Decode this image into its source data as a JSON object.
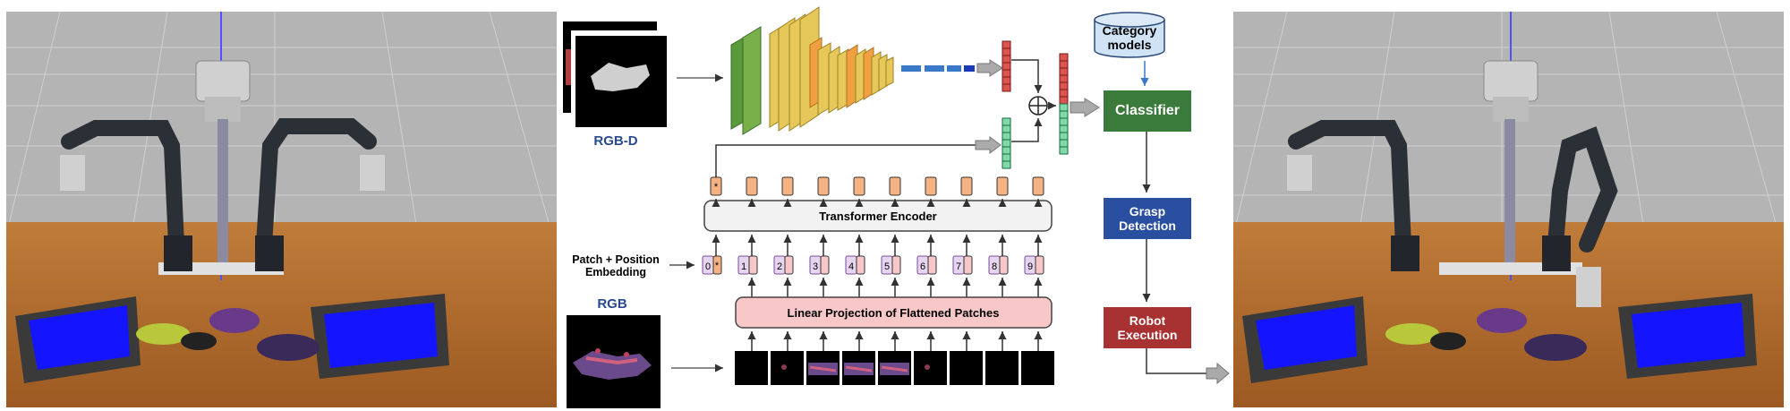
{
  "diagram": {
    "rgbd_label": "RGB-D",
    "rgb_label": "RGB",
    "category_models": "Category\nmodels",
    "classifier": "Classifier",
    "grasp_detection": "Grasp\nDetection",
    "robot_execution": "Robot\nExecution",
    "transformer_encoder": "Transformer Encoder",
    "linear_projection": "Linear Projection of Flattened Patches",
    "patch_position_embedding": "Patch + Position\nEmbedding",
    "position_indices": [
      "0",
      "1",
      "2",
      "3",
      "4",
      "5",
      "6",
      "7",
      "8",
      "9"
    ],
    "cls_marker": "*",
    "colors": {
      "classifier": "#3a7a3a",
      "grasp_detection": "#2a4fa0",
      "robot_execution": "#a83232",
      "category_models": "#cfe3f5",
      "transformer_encoder": "#f2f2f2",
      "linear_projection": "#f8c8c8",
      "token_orange": "#f4b183",
      "position_purple": "#e6d5ee",
      "table_wood": "#b06a2a",
      "tray_blue": "#1a1aff",
      "floor_grey": "#a8a8a8"
    }
  }
}
